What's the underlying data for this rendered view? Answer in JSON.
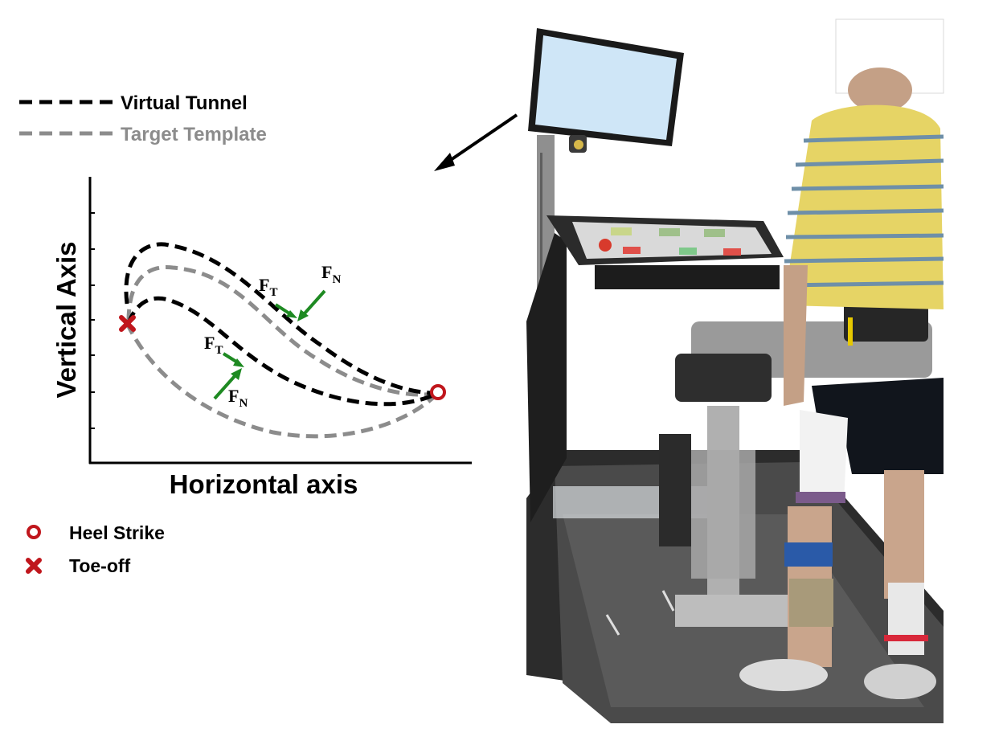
{
  "legend": {
    "virtual_tunnel": "Virtual Tunnel",
    "target_template": "Target Template"
  },
  "axes": {
    "y_label": "Vertical  Axis",
    "x_label": "Horizontal axis"
  },
  "forces": {
    "upper": {
      "t_main": "F",
      "t_sub": "T",
      "n_main": "F",
      "n_sub": "N"
    },
    "lower": {
      "t_main": "F",
      "t_sub": "T",
      "n_main": "F",
      "n_sub": "N"
    }
  },
  "markers": {
    "heel_strike": "Heel Strike",
    "toe_off": "Toe-off"
  },
  "colors": {
    "tunnel": "#000000",
    "template": "#8c8c8c",
    "force_arrow": "#1e8a22",
    "marker": "#c0161c"
  },
  "photo": {
    "description_icon": "robotic-gait-trainer-photo"
  }
}
